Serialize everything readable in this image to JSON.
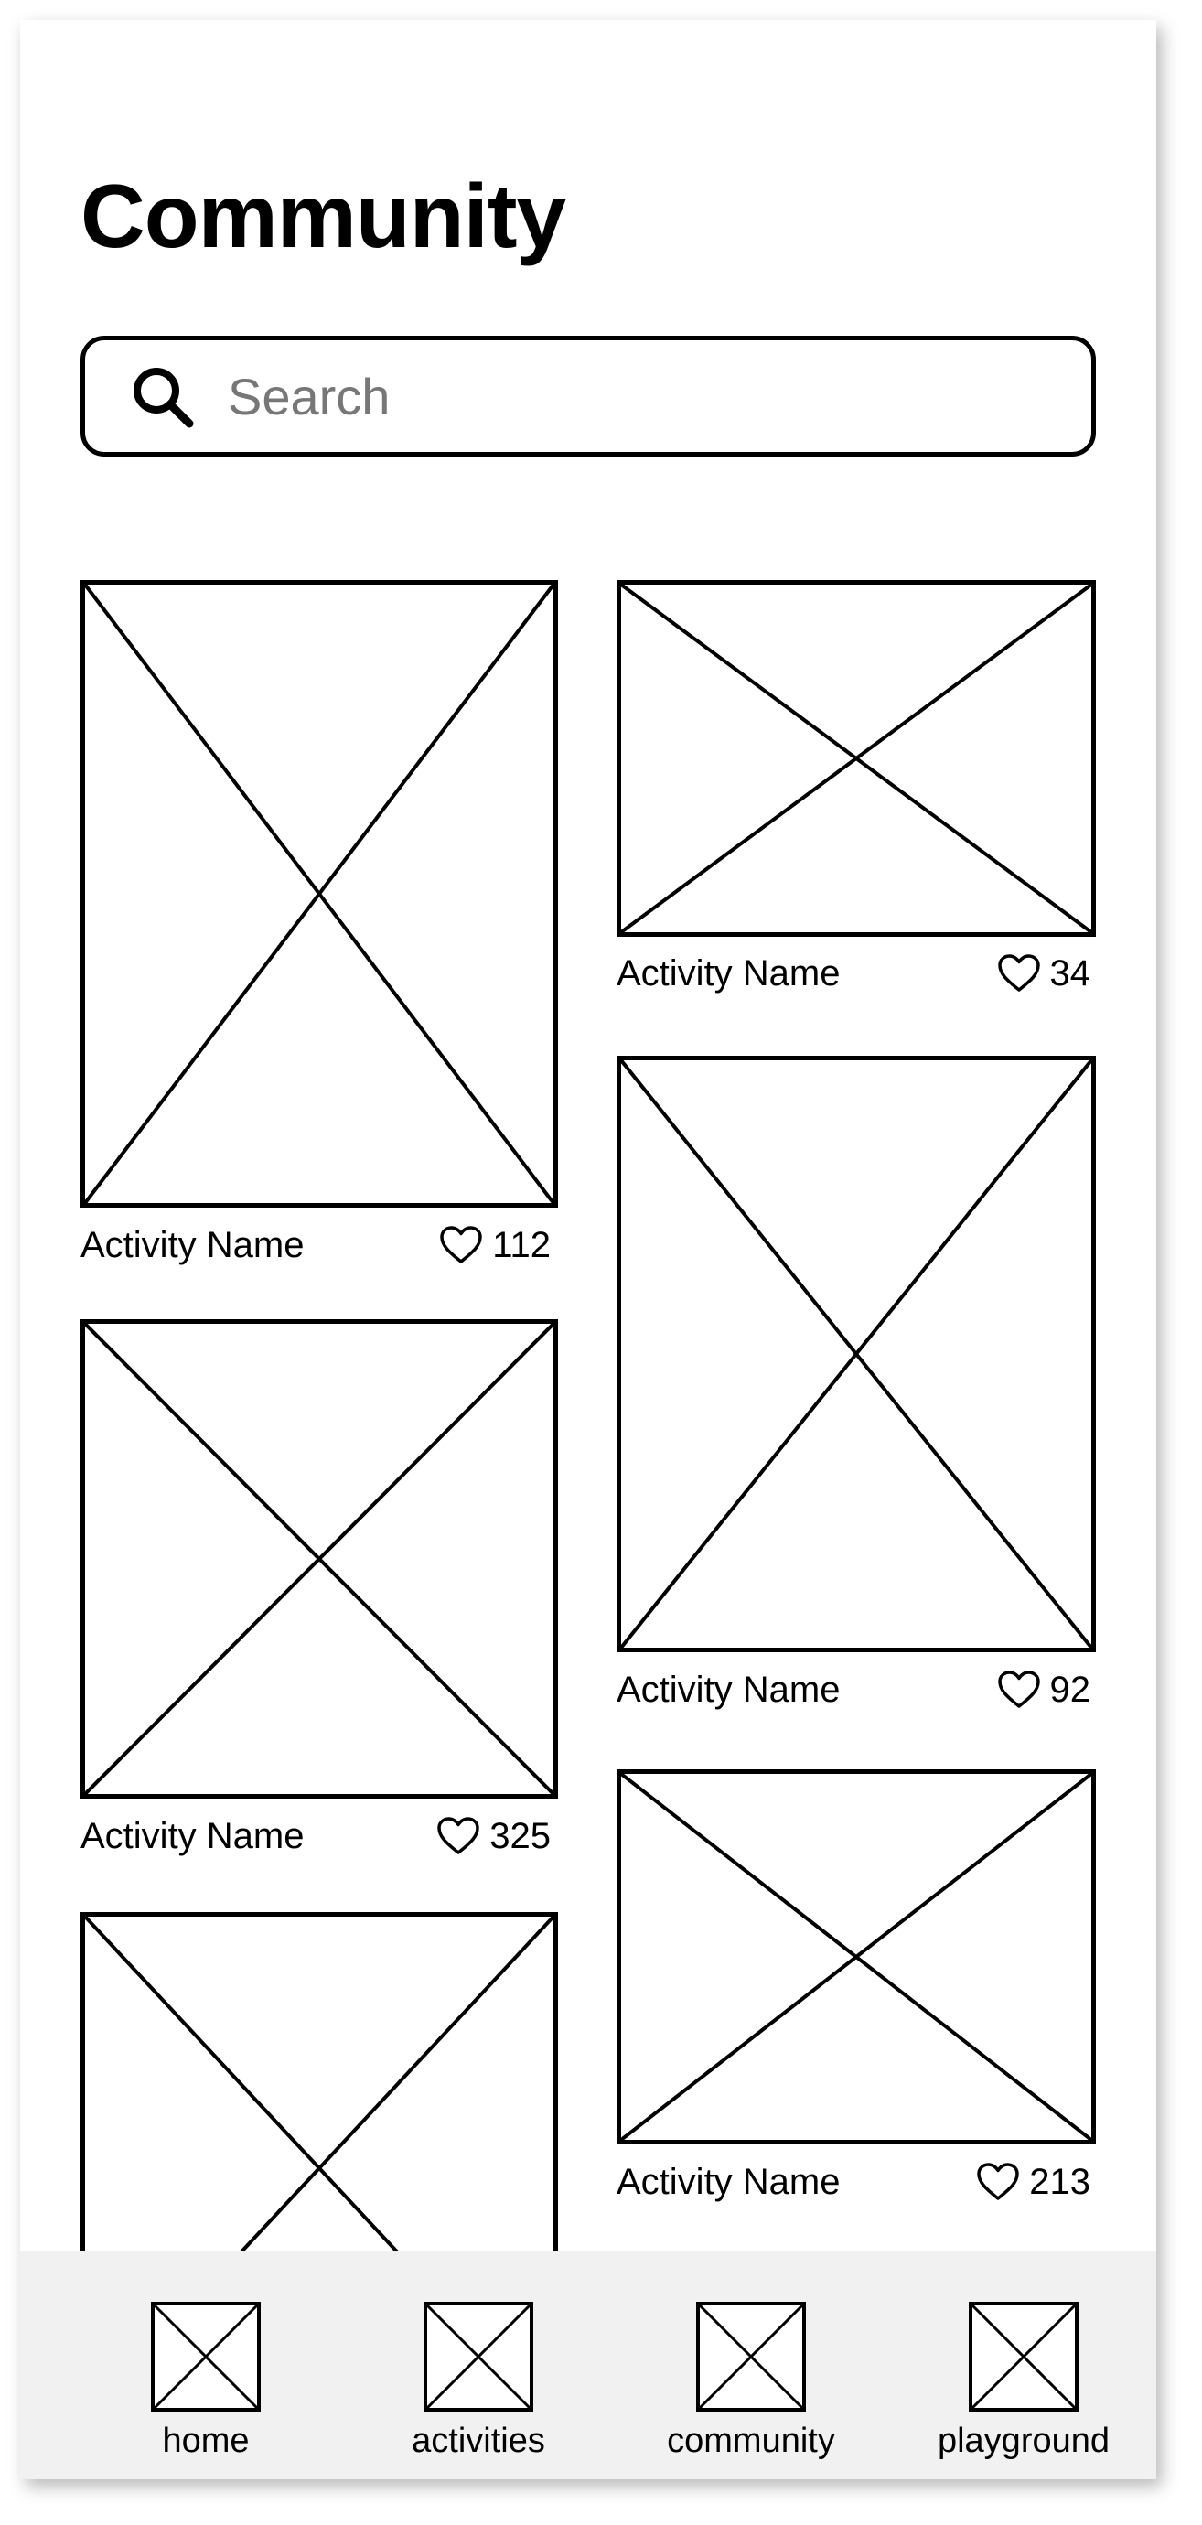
{
  "header": {
    "title": "Community"
  },
  "search": {
    "placeholder": "Search",
    "value": ""
  },
  "feed": {
    "left_column": [
      {
        "name": "Activity Name",
        "likes": "112"
      },
      {
        "name": "Activity Name",
        "likes": "325"
      },
      {
        "name": "",
        "likes": ""
      }
    ],
    "right_column": [
      {
        "name": "Activity Name",
        "likes": "34"
      },
      {
        "name": "Activity Name",
        "likes": "92"
      },
      {
        "name": "Activity Name",
        "likes": "213"
      }
    ]
  },
  "nav": {
    "items": [
      {
        "label": "home"
      },
      {
        "label": "activities"
      },
      {
        "label": "community"
      },
      {
        "label": "playground"
      }
    ]
  },
  "colors": {
    "stroke": "#000000",
    "background": "#ffffff",
    "navbar_background": "#f1f1f1",
    "placeholder_text": "#777777"
  },
  "icons": {
    "search": "search-icon",
    "like": "heart-icon",
    "image_placeholder": "image-placeholder-icon"
  }
}
